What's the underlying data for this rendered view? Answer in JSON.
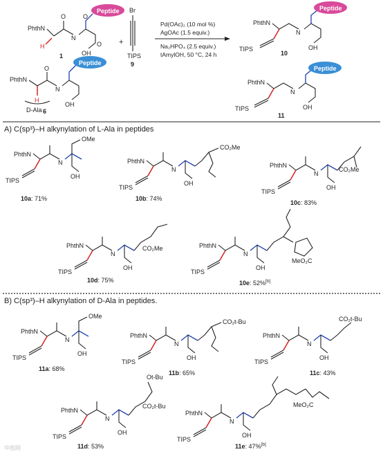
{
  "reaction": {
    "peptide_label": "Peptide",
    "group_phthn": "PhthN",
    "h_label": "H",
    "nh_label": "N",
    "nh_h": "H",
    "oh_label": "OH",
    "o_label": "O",
    "reagent_br": "Br",
    "reagent_tips": "TIPS",
    "reagent_num": "9",
    "cmpd1": "1",
    "cmpd6": "6",
    "cmpd10": "10",
    "cmpd11": "11",
    "plus": "+",
    "d_ala": "D-Ala",
    "conditions": [
      "Pd(OAc)₂ (10 mol %)",
      "AgOAc (1.5 equiv.)",
      "Na₂HPO₄ (2.5 equiv.)",
      "tAmylOH, 50 °C, 24 h"
    ]
  },
  "section_a": {
    "title": "A) C(sp³)–H alkynylation of L-Ala in peptides",
    "products": [
      {
        "label": "10a",
        "yield": ": 71%",
        "ester": "OMe"
      },
      {
        "label": "10b",
        "yield": ": 74%",
        "ester": "CO₂Me"
      },
      {
        "label": "10c",
        "yield": ": 83%",
        "ester": "CO₂Me"
      },
      {
        "label": "10d",
        "yield": ": 75%",
        "ester": "CO₂Me"
      },
      {
        "label": "10e",
        "yield": ": 52%",
        "sup": "[b]",
        "ester": "MeO₂C"
      }
    ]
  },
  "section_b": {
    "title": "B) C(sp³)–H alkynylation of D-Ala in peptides.",
    "products": [
      {
        "label": "11a",
        "yield": ": 68%",
        "ester": "OMe"
      },
      {
        "label": "11b",
        "yield": ": 65%",
        "ester": "CO₂t-Bu"
      },
      {
        "label": "11c",
        "yield": ": 43%",
        "ester": "CO₂t-Bu"
      },
      {
        "label": "11d",
        "yield": ": 53%",
        "ester": "CO₂t-Bu",
        "ether": "Ot-Bu"
      },
      {
        "label": "11e",
        "yield": ": 47%",
        "sup": "[b]",
        "ester": "MeO₂C"
      }
    ]
  },
  "watermark": "中图网"
}
